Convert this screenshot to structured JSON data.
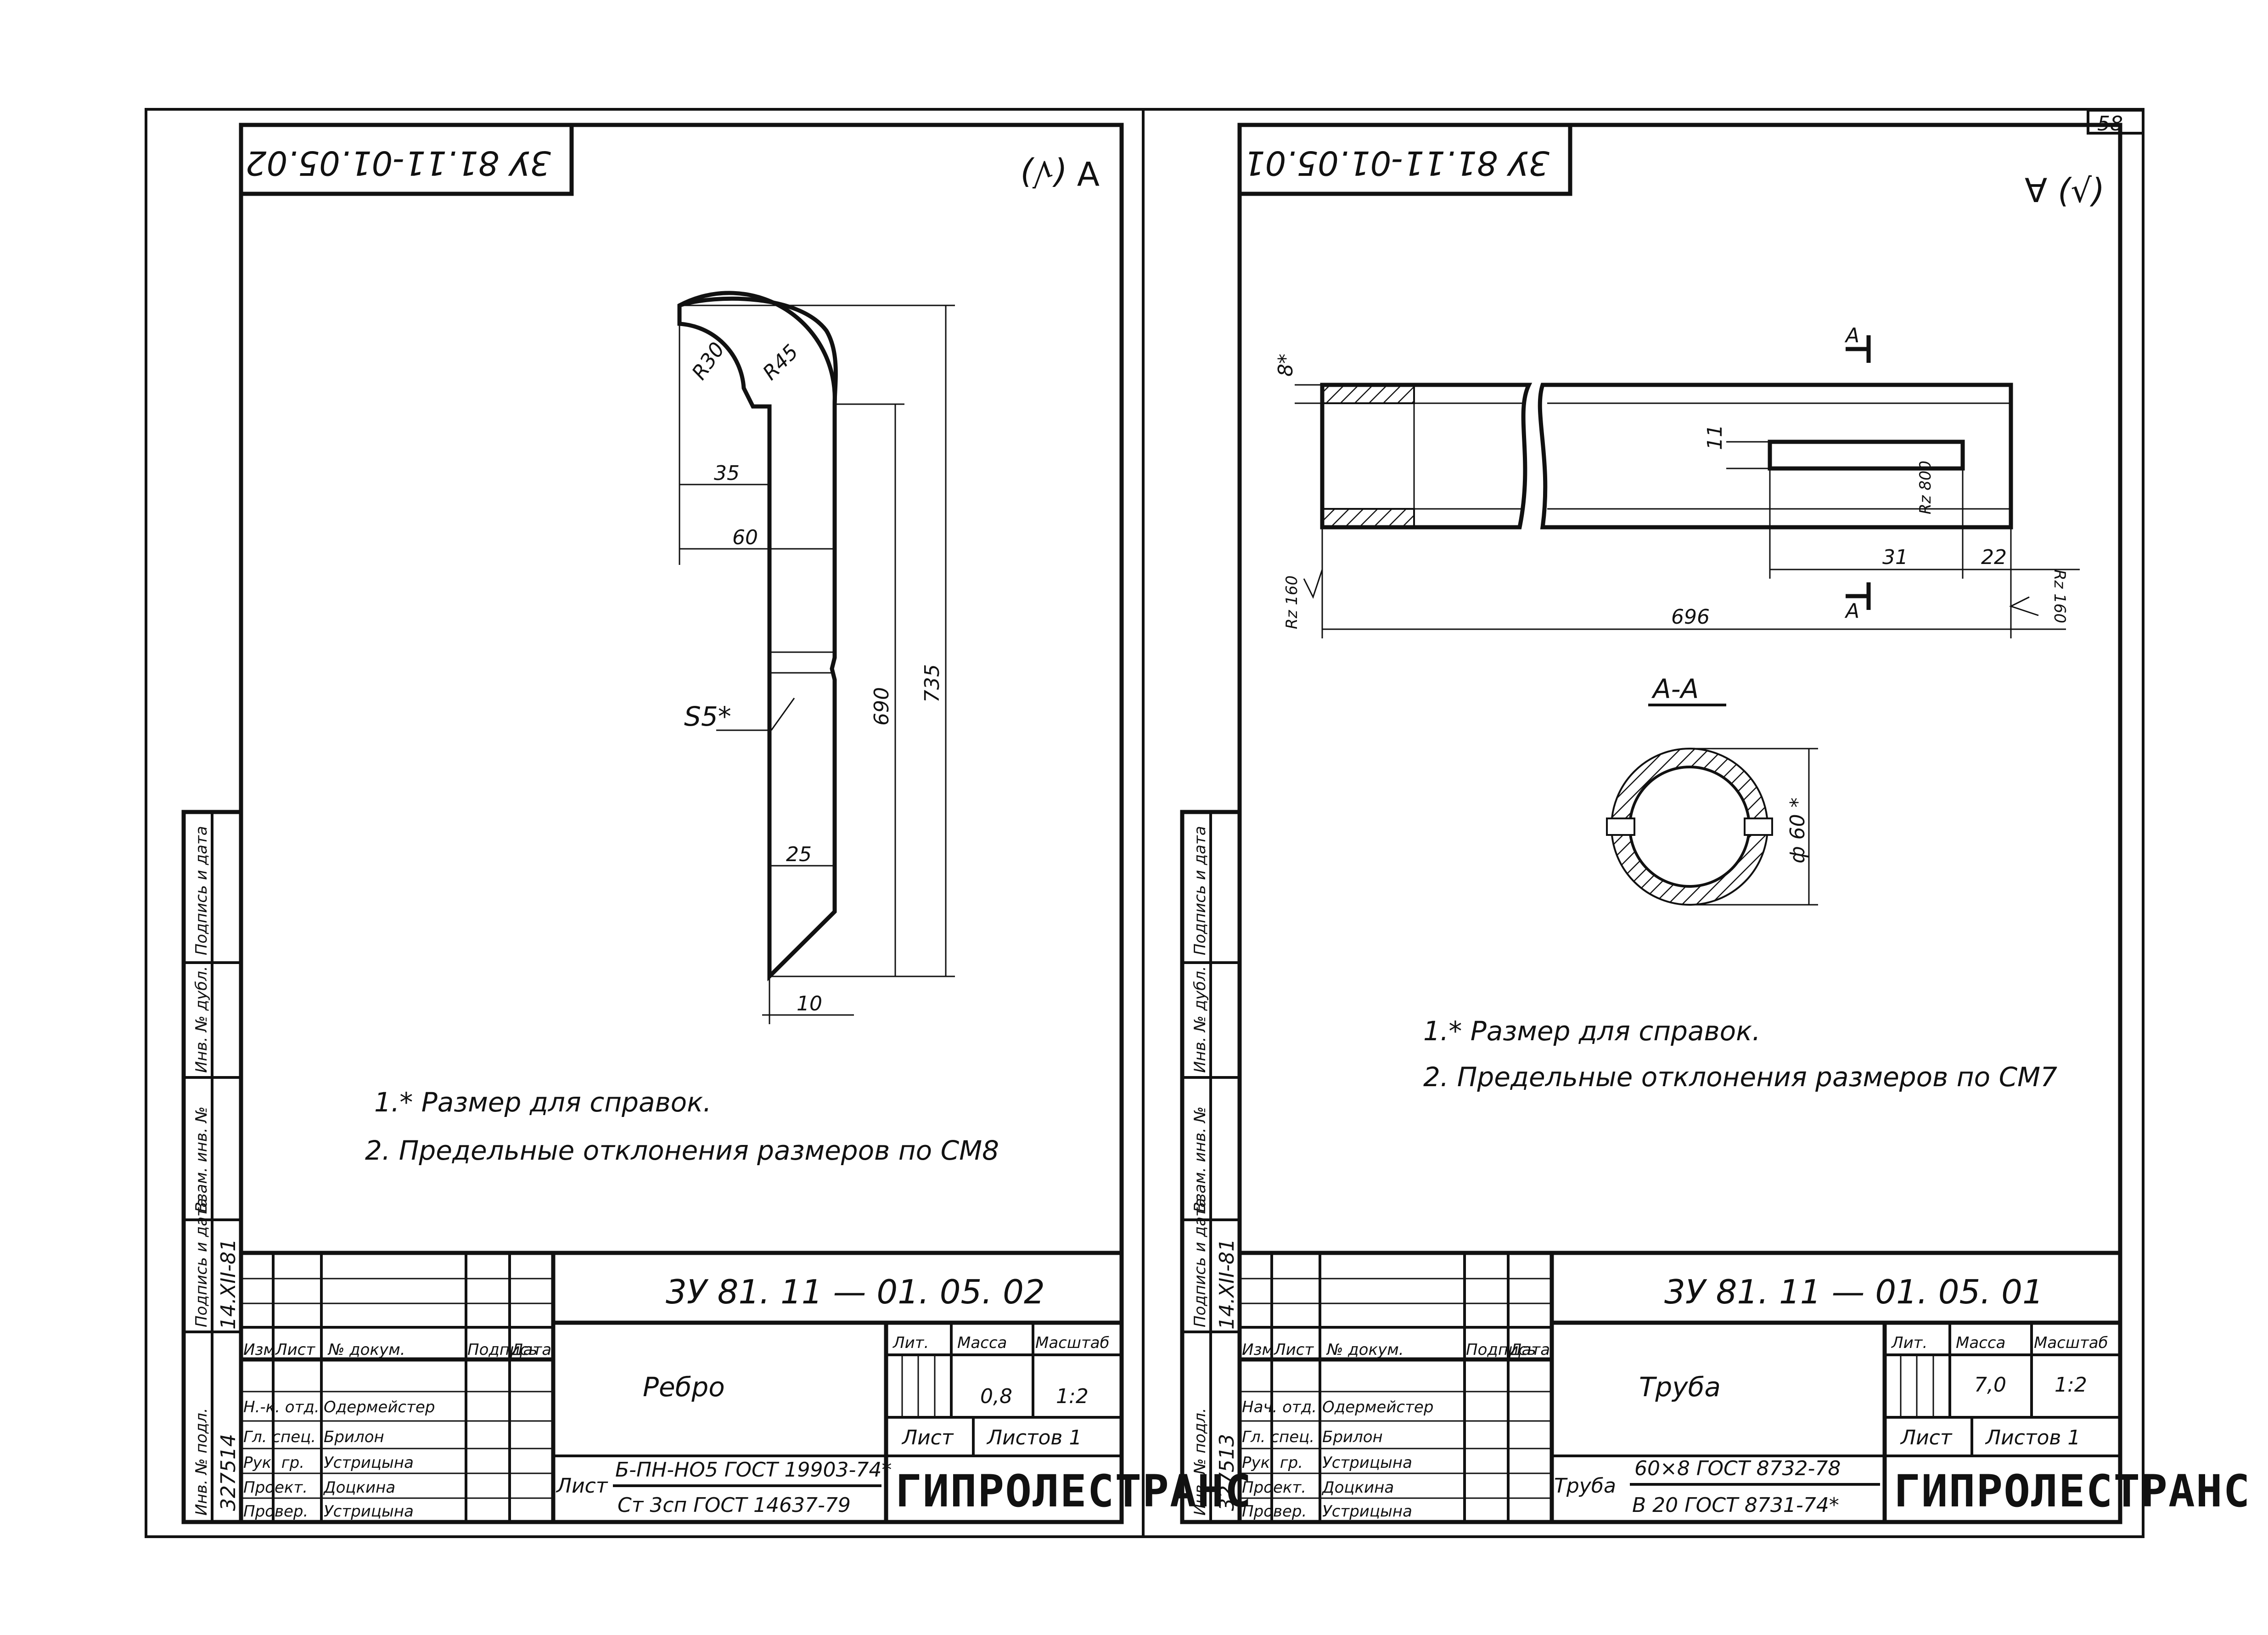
{
  "page_number": "58",
  "left_sheet": {
    "top_code": "3У 81.11-01.05.02",
    "roughness_mark": "∀ (√)",
    "part_dims": [
      "R30",
      "R45",
      "35",
      "60",
      "S5*",
      "25",
      "10",
      "690",
      "735"
    ],
    "notes": [
      "1.* Размер для справок.",
      "2. Предельные отклонения размеров по СМ8"
    ],
    "title_block": {
      "doc_code": "3У 81. 11 — 01. 05. 02",
      "name": "Ребро",
      "col_headers": [
        "Изм",
        "Лист",
        "№ докум.",
        "Подпись",
        "Дата"
      ],
      "lit_label": "Лит.",
      "mass_label": "Масса",
      "scale_label": "Масштаб",
      "mass": "0,8",
      "scale": "1:2",
      "sheet_label": "Лист",
      "sheets_label": "Листов 1",
      "rows": [
        {
          "role": "Н.-к. отд.",
          "name": "Одермейстер"
        },
        {
          "role": "Гл. спец.",
          "name": "Брилон"
        },
        {
          "role": "Рук. гр.",
          "name": "Устрицына"
        },
        {
          "role": "Проект.",
          "name": "Доцкина"
        },
        {
          "role": "Провер.",
          "name": "Устрицына"
        }
      ],
      "material_prefix": "Лист",
      "material_1": "Б-ПН-НО5 ГОСТ 19903-74*",
      "material_2": "Ст 3сп ГОСТ 14637-79",
      "org": "ГИПРОЛЕСТРАНС"
    },
    "side_labels": [
      "Инв. № подл.",
      "Подпись и дата",
      "Взам. инв. №",
      "Инв. № дубл.",
      "Подпись и дата"
    ],
    "inv_number": "327514",
    "side_date": "14.XII-81"
  },
  "right_sheet": {
    "top_code": "3У 81.11-01.05.01",
    "roughness_mark": "∀ (√)",
    "part_dims": [
      "8*",
      "11",
      "Rz 800",
      "31",
      "22",
      "696",
      "Rz 160",
      "Rz 160"
    ],
    "section_mark": "А",
    "section_title": "А-А",
    "section_dim": "ф 60 *",
    "notes": [
      "1.* Размер для справок.",
      "2. Предельные отклонения размеров по СМ7"
    ],
    "title_block": {
      "doc_code": "3У 81. 11 — 01. 05. 01",
      "name": "Труба",
      "col_headers": [
        "Изм",
        "Лист",
        "№ докум.",
        "Подпись",
        "Дата"
      ],
      "lit_label": "Лит.",
      "mass_label": "Масса",
      "scale_label": "Масштаб",
      "mass": "7,0",
      "scale": "1:2",
      "sheet_label": "Лист",
      "sheets_label": "Листов 1",
      "rows": [
        {
          "role": "Нач. отд.",
          "name": "Одермейстер"
        },
        {
          "role": "Гл. спец.",
          "name": "Брилон"
        },
        {
          "role": "Рук. гр.",
          "name": "Устрицына"
        },
        {
          "role": "Проект.",
          "name": "Доцкина"
        },
        {
          "role": "Провер.",
          "name": "Устрицына"
        }
      ],
      "material_prefix": "Труба",
      "material_1": "60×8 ГОСТ 8732-78",
      "material_2": "В 20 ГОСТ 8731-74*",
      "org": "ГИПРОЛЕСТРАНС"
    },
    "side_labels": [
      "Инв. № подл.",
      "Подпись и дата",
      "Взам. инв. №",
      "Инв. № дубл.",
      "Подпись и дата"
    ],
    "inv_number": "327513",
    "side_date": "14.XII-81"
  }
}
